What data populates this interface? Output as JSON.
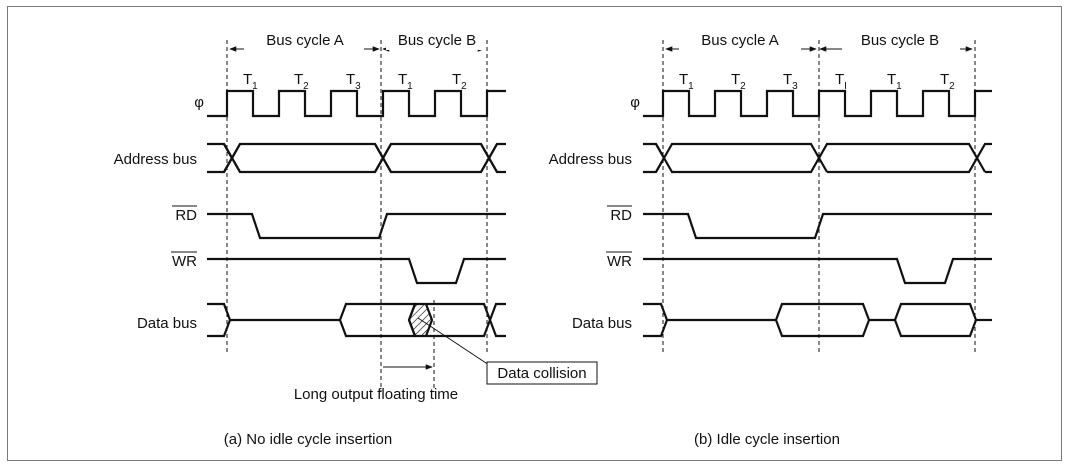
{
  "panels": [
    {
      "id": "a",
      "caption": "(a) No idle cycle insertion",
      "bus_cycle_labels": [
        "Bus cycle A",
        "Bus cycle B"
      ],
      "state_labels": [
        {
          "base": "T",
          "sub": "1"
        },
        {
          "base": "T",
          "sub": "2"
        },
        {
          "base": "T",
          "sub": "3"
        },
        {
          "base": "T",
          "sub": "1"
        },
        {
          "base": "T",
          "sub": "2"
        }
      ]
    },
    {
      "id": "b",
      "caption": "(b) Idle cycle insertion",
      "bus_cycle_labels": [
        "Bus cycle A",
        "Bus cycle B"
      ],
      "state_labels": [
        {
          "base": "T",
          "sub": "1"
        },
        {
          "base": "T",
          "sub": "2"
        },
        {
          "base": "T",
          "sub": "3"
        },
        {
          "base": "T",
          "sub": "I"
        },
        {
          "base": "T",
          "sub": "1"
        },
        {
          "base": "T",
          "sub": "2"
        }
      ]
    }
  ],
  "signals": {
    "clock": "φ",
    "address": "Address bus",
    "rd": "RD",
    "wr": "WR",
    "data": "Data bus"
  },
  "annotations": {
    "collision": "Data collision",
    "floating": "Long output floating time"
  }
}
